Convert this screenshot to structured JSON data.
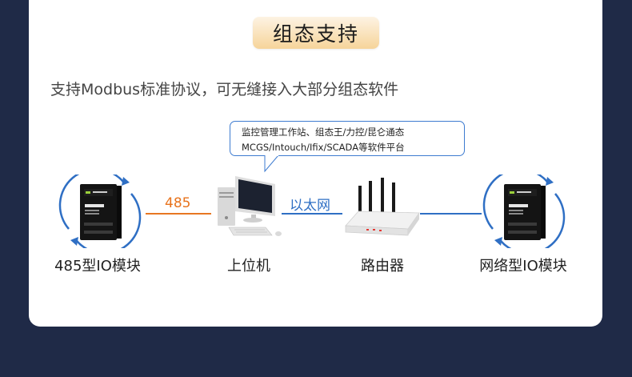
{
  "title": "组态支持",
  "subtitle": "支持Modbus标准协议，可无缝接入大部分组态软件",
  "bubble": {
    "line1": "监控管理工作站、组态王/力控/昆仑通态",
    "line2": "MCGS/Intouch/Ifix/SCADA等软件平台"
  },
  "links": {
    "serial_label": "485",
    "ethernet_label": "以太网"
  },
  "devices": {
    "module_485": "485型IO模块",
    "host_pc": "上位机",
    "router": "路由器",
    "module_net": "网络型IO模块"
  },
  "colors": {
    "background": "#1f2a47",
    "accent_blue": "#2f6fc4",
    "accent_orange": "#e8731c",
    "pill_gold": "#f6d49a"
  }
}
